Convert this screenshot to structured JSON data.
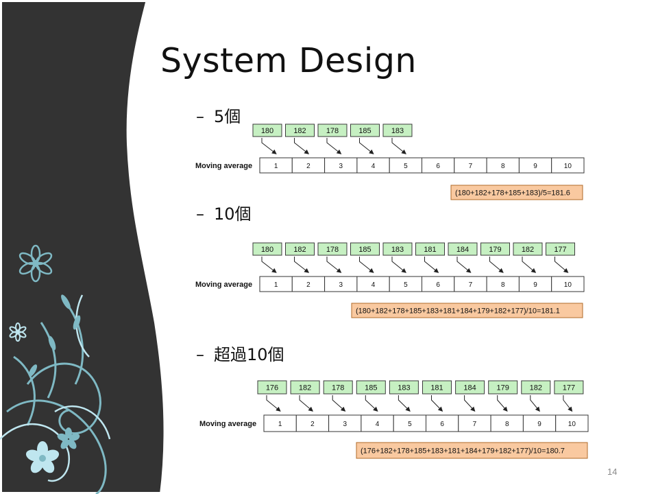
{
  "slide": {
    "title": "System Design",
    "page_number": "14"
  },
  "colors": {
    "value_box_fill": "#c6f0c2",
    "value_box_stroke": "#3a3a3a",
    "result_box_fill": "#f9c9a0",
    "result_box_stroke": "#b06b2a",
    "panel_dark": "#333333",
    "panel_edge": "#ffffff",
    "flower_light": "#bfe6ef",
    "flower_mid": "#7fb9c4"
  },
  "row_label": "Moving average",
  "sections": [
    {
      "dash": "–",
      "label": "5個",
      "values": [
        "180",
        "182",
        "178",
        "185",
        "183"
      ],
      "positions": [
        "1",
        "2",
        "3",
        "4",
        "5",
        "6",
        "7",
        "8",
        "9",
        "10"
      ],
      "formula": "(180+182+178+185+183)/5=181.6"
    },
    {
      "dash": "–",
      "label": "10個",
      "values": [
        "180",
        "182",
        "178",
        "185",
        "183",
        "181",
        "184",
        "179",
        "182",
        "177"
      ],
      "positions": [
        "1",
        "2",
        "3",
        "4",
        "5",
        "6",
        "7",
        "8",
        "9",
        "10"
      ],
      "formula": "(180+182+178+185+183+181+184+179+182+177)/10=181.1"
    },
    {
      "dash": "–",
      "label": "超過10個",
      "values": [
        "176",
        "182",
        "178",
        "185",
        "183",
        "181",
        "184",
        "179",
        "182",
        "177"
      ],
      "positions": [
        "1",
        "2",
        "3",
        "4",
        "5",
        "6",
        "7",
        "8",
        "9",
        "10"
      ],
      "formula": "(176+182+178+185+183+181+184+179+182+177)/10=180.7"
    }
  ]
}
